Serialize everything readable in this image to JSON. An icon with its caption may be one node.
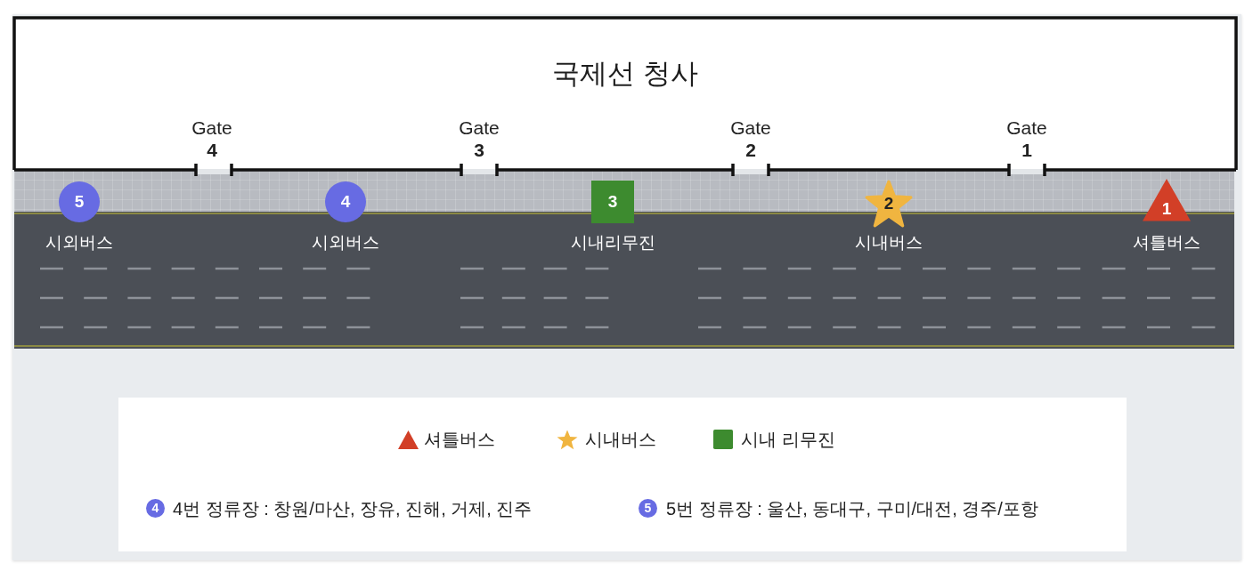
{
  "diagram": {
    "nodes": [
      {
        "text": [
          "국제선 청사"
        ]
      },
      {
        "text": [
          "5"
        ],
        "beside": [
          "시외버스"
        ]
      },
      {
        "text": [
          "4"
        ],
        "beside": [
          "시외버스"
        ]
      },
      {
        "text": [
          "3"
        ],
        "beside": [
          "시내리무진"
        ]
      },
      {
        "text": [
          "2"
        ],
        "beside": [
          "시내버스"
        ]
      },
      {
        "text": [
          "1"
        ],
        "beside": [
          "셔틀버스"
        ]
      }
    ],
    "labels": [
      "Gate **4**",
      "Gate **3**",
      "Gate **2**",
      "Gate **1**",
      "4",
      "4번 정류장 : 창원/마산, 장유, 진해, 거제, 진주",
      "5",
      "5번 정류장 : 울산, 동대구, 구미/대전, 경주/포항"
    ],
    "legend": [
      {
        "text": "셔틀버스",
        "color": "#d23f27"
      },
      {
        "text": "시내버스",
        "color": "#f0b540"
      },
      {
        "text": "시내 리무진",
        "color": "#3d8b2f"
      }
    ]
  }
}
